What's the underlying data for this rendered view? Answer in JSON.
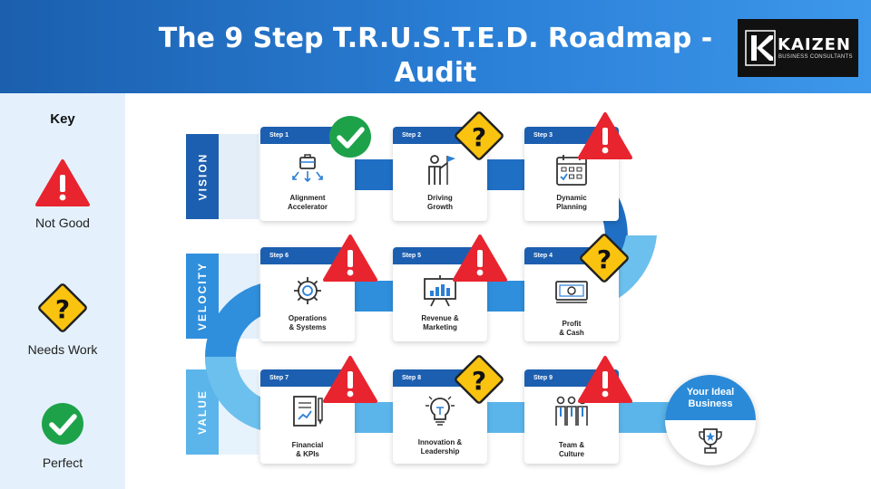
{
  "header": {
    "title": "The 9 Step T.R.U.S.T.E.D. Roadmap - Audit"
  },
  "logo": {
    "name": "KAIZEN",
    "tagline": "BUSINESS CONSULTANTS"
  },
  "key": {
    "title": "Key",
    "items": [
      {
        "label": "Not Good",
        "icon": "warning-triangle-icon",
        "color": "#e8242f"
      },
      {
        "label": "Needs Work",
        "icon": "question-diamond-icon",
        "color": "#f9c30f"
      },
      {
        "label": "Perfect",
        "icon": "check-circle-icon",
        "color": "#1da24a"
      }
    ]
  },
  "bands": [
    {
      "label": "VISION"
    },
    {
      "label": "VELOCITY"
    },
    {
      "label": "VALUE"
    }
  ],
  "steps": [
    {
      "step": "Step 1",
      "line1": "Alignment",
      "line2": "Accelerator",
      "icon": "briefcase-arrows-icon",
      "status": "perfect"
    },
    {
      "step": "Step 2",
      "line1": "Driving",
      "line2": "Growth",
      "icon": "person-flag-icon",
      "status": "needs-work"
    },
    {
      "step": "Step 3",
      "line1": "Dynamic",
      "line2": "Planning",
      "icon": "calendar-icon",
      "status": "not-good"
    },
    {
      "step": "Step 4",
      "line1": "Profit",
      "line2": "& Cash",
      "icon": "cash-icon",
      "status": "needs-work"
    },
    {
      "step": "Step 5",
      "line1": "Revenue &",
      "line2": "Marketing",
      "icon": "presentation-chart-icon",
      "status": "not-good"
    },
    {
      "step": "Step 6",
      "line1": "Operations",
      "line2": "& Systems",
      "icon": "gear-icon",
      "status": "not-good"
    },
    {
      "step": "Step 7",
      "line1": "Financial",
      "line2": "& KPIs",
      "icon": "document-pen-icon",
      "status": "not-good"
    },
    {
      "step": "Step 8",
      "line1": "Innovation &",
      "line2": "Leadership",
      "icon": "lightbulb-icon",
      "status": "needs-work"
    },
    {
      "step": "Step 9",
      "line1": "Team &",
      "line2": "Culture",
      "icon": "team-icon",
      "status": "not-good"
    }
  ],
  "goal": {
    "line1": "Your Ideal",
    "line2": "Business",
    "icon": "trophy-icon"
  },
  "colors": {
    "header_blue": "#1b5fae",
    "card_header": "#1c5fb0",
    "path_dark": "#1f6fc4",
    "path_mid": "#2f8fdc",
    "path_light": "#6cc0ee",
    "key_bg": "#e4f1fc"
  }
}
